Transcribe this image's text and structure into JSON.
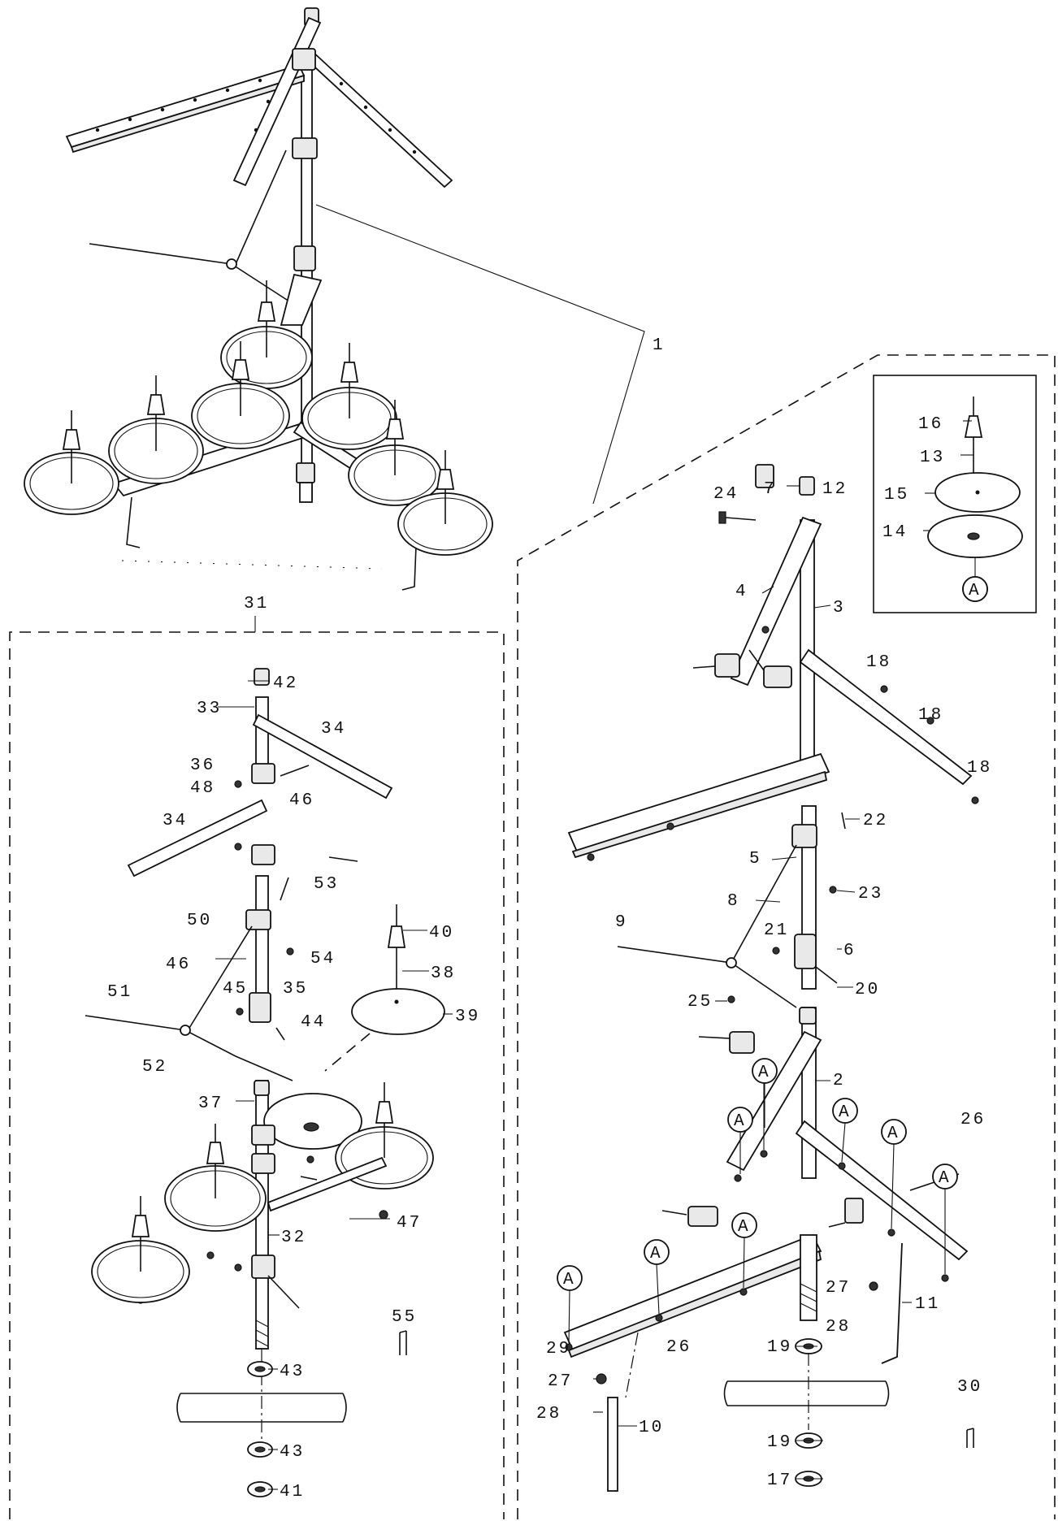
{
  "diagram": {
    "type": "exploded parts diagram",
    "reference_marker": "A",
    "part_labels": {
      "p1": "1",
      "p2": "2",
      "p3": "3",
      "p4": "4",
      "p5": "5",
      "p6": "6",
      "p7": "7",
      "p8": "8",
      "p9": "9",
      "p10": "10",
      "p11": "11",
      "p12": "12",
      "p13": "13",
      "p14": "14",
      "p15": "15",
      "p16": "16",
      "p17": "17",
      "p18a": "18",
      "p18b": "18",
      "p18c": "18",
      "p19a": "19",
      "p19b": "19",
      "p20": "20",
      "p21": "21",
      "p22": "22",
      "p23": "23",
      "p24": "24",
      "p25": "25",
      "p26a": "26",
      "p26b": "26",
      "p27a": "27",
      "p27b": "27",
      "p28a": "28",
      "p28b": "28",
      "p29": "29",
      "p30": "30",
      "p31": "31",
      "p32": "32",
      "p33": "33",
      "p34a": "34",
      "p34b": "34",
      "p35": "35",
      "p36": "36",
      "p37": "37",
      "p38": "38",
      "p39": "39",
      "p40": "40",
      "p41": "41",
      "p42": "42",
      "p43a": "43",
      "p43b": "43",
      "p44": "44",
      "p45": "45",
      "p46a": "46",
      "p46b": "46",
      "p47": "47",
      "p48": "48",
      "p50": "50",
      "p51": "51",
      "p52": "52",
      "p53": "53",
      "p54": "54",
      "p55": "55"
    }
  }
}
